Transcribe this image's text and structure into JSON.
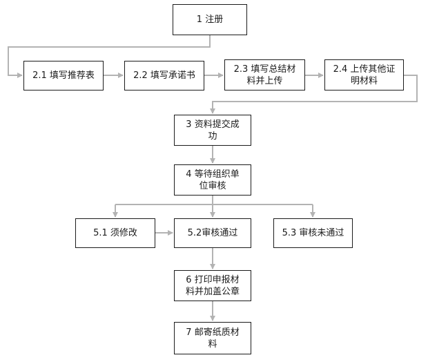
{
  "diagram": {
    "line_color": "#b3b3b3",
    "box_border_color": "#1a1a1a",
    "nodes": {
      "n1": "1 注册",
      "n2_1": "2.1 填写推荐表",
      "n2_2": "2.2 填写承诺书",
      "n2_3": "2.3 填写总结材\n料并上传",
      "n2_4": "2.4 上传其他证\n明材料",
      "n3": "3 资料提交成\n功",
      "n4": "4 等待组织单\n位审核",
      "n5_1": "5.1 须修改",
      "n5_2": "5.2审核通过",
      "n5_3": "5.3 审核未通过",
      "n6": "6 打印申报材\n料并加盖公章",
      "n7": "7  邮寄纸质材\n料"
    }
  }
}
